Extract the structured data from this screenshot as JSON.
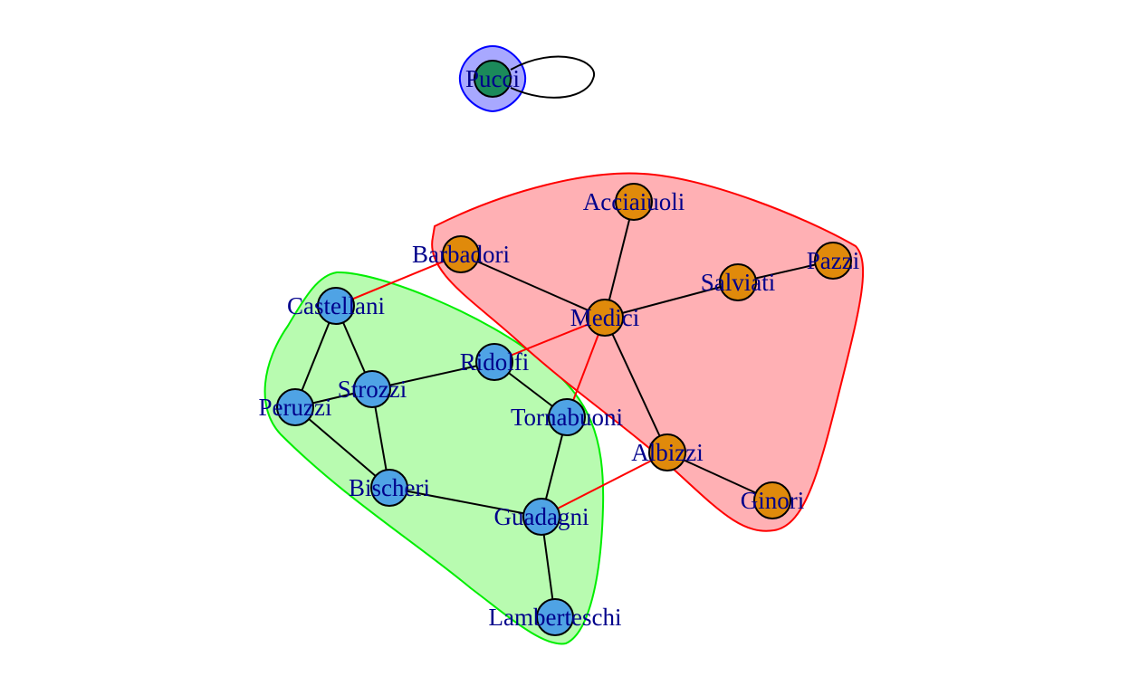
{
  "colors": {
    "community_left": "#4fa3e5",
    "community_right": "#e08a0b",
    "community_isolate": "#1b8a5a",
    "edge_within": "#000000",
    "edge_between": "#ff0000",
    "label": "#00008b",
    "hull_left_fill": "#b8fbb0",
    "hull_left_stroke": "#00ee00",
    "hull_right_fill": "#ffb0b4",
    "hull_right_stroke": "#ff0000",
    "hull_isolate_fill": "#a8a8ff",
    "hull_isolate_stroke": "#0000ff"
  },
  "nodes": [
    {
      "id": "pucci",
      "label": "Pucci",
      "group": "isolate"
    },
    {
      "id": "acciaiuoli",
      "label": "Acciaiuoli",
      "group": "right"
    },
    {
      "id": "barbadori",
      "label": "Barbadori",
      "group": "right"
    },
    {
      "id": "pazzi",
      "label": "Pazzi",
      "group": "right"
    },
    {
      "id": "salviati",
      "label": "Salviati",
      "group": "right"
    },
    {
      "id": "medici",
      "label": "Medici",
      "group": "right"
    },
    {
      "id": "albizzi",
      "label": "Albizzi",
      "group": "right"
    },
    {
      "id": "ginori",
      "label": "Ginori",
      "group": "right"
    },
    {
      "id": "castellani",
      "label": "Castellani",
      "group": "left"
    },
    {
      "id": "ridolfi",
      "label": "Ridolfi",
      "group": "left"
    },
    {
      "id": "strozzi",
      "label": "Strozzi",
      "group": "left"
    },
    {
      "id": "peruzzi",
      "label": "Peruzzi",
      "group": "left"
    },
    {
      "id": "tornabuoni",
      "label": "Tornabuoni",
      "group": "left"
    },
    {
      "id": "bischeri",
      "label": "Bischeri",
      "group": "left"
    },
    {
      "id": "guadagni",
      "label": "Guadagni",
      "group": "left"
    },
    {
      "id": "lamberteschi",
      "label": "Lamberteschi",
      "group": "left"
    }
  ],
  "edges": [
    {
      "from": "pucci",
      "to": "pucci",
      "type": "within"
    },
    {
      "from": "acciaiuoli",
      "to": "medici",
      "type": "within"
    },
    {
      "from": "barbadori",
      "to": "medici",
      "type": "within"
    },
    {
      "from": "pazzi",
      "to": "salviati",
      "type": "within"
    },
    {
      "from": "salviati",
      "to": "medici",
      "type": "within"
    },
    {
      "from": "medici",
      "to": "albizzi",
      "type": "within"
    },
    {
      "from": "albizzi",
      "to": "ginori",
      "type": "within"
    },
    {
      "from": "castellani",
      "to": "strozzi",
      "type": "within"
    },
    {
      "from": "castellani",
      "to": "peruzzi",
      "type": "within"
    },
    {
      "from": "strozzi",
      "to": "ridolfi",
      "type": "within"
    },
    {
      "from": "strozzi",
      "to": "peruzzi",
      "type": "within"
    },
    {
      "from": "strozzi",
      "to": "bischeri",
      "type": "within"
    },
    {
      "from": "peruzzi",
      "to": "bischeri",
      "type": "within"
    },
    {
      "from": "ridolfi",
      "to": "tornabuoni",
      "type": "within"
    },
    {
      "from": "tornabuoni",
      "to": "guadagni",
      "type": "within"
    },
    {
      "from": "bischeri",
      "to": "guadagni",
      "type": "within"
    },
    {
      "from": "guadagni",
      "to": "lamberteschi",
      "type": "within"
    },
    {
      "from": "barbadori",
      "to": "castellani",
      "type": "between"
    },
    {
      "from": "medici",
      "to": "ridolfi",
      "type": "between"
    },
    {
      "from": "medici",
      "to": "tornabuoni",
      "type": "between"
    },
    {
      "from": "albizzi",
      "to": "guadagni",
      "type": "between"
    }
  ],
  "hulls": [
    {
      "id": "hull-left",
      "group": "left"
    },
    {
      "id": "hull-right",
      "group": "right"
    },
    {
      "id": "hull-isolate",
      "group": "isolate"
    }
  ]
}
